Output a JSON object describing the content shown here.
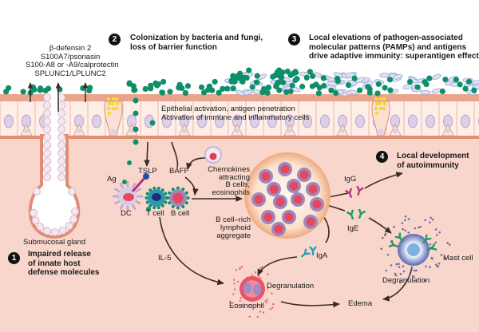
{
  "diagram": {
    "colors": {
      "background": "#ffffff",
      "tissue": "#f9d6cc",
      "epithelium_cell": "#fdeee8",
      "cell_border": "#e08e74",
      "nucleus": "#d8c6e0",
      "bacteria": "#0e8f6a",
      "fungi": "#b9c9e6",
      "mucus_yellow": "#f5d932",
      "igg": "#b33a87",
      "ige": "#1f9b5a",
      "iga": "#2aa0b7",
      "arrow": "#3a2a22"
    },
    "defense_molecules": [
      "β-defensin 2",
      "S100A7/psoriasin",
      "S100-A8 or -A9/calprotectin",
      "SPLUNC1/LPLUNC2"
    ],
    "steps": [
      {
        "number": "1",
        "lines": [
          "Impaired release",
          "of innate host",
          "defense molecules"
        ]
      },
      {
        "number": "2",
        "lines": [
          "Colonization by bacteria and fungi,",
          "loss of barrier function"
        ]
      },
      {
        "number": "3",
        "lines": [
          "Local elevations of pathogen-associated",
          "molecular patterns (PAMPs) and antigens",
          "drive adaptive immunity: superantigen effect"
        ]
      },
      {
        "number": "4",
        "lines": [
          "Local development",
          "of autoimmunity"
        ]
      }
    ],
    "labels": {
      "epithelial_activation": [
        "Epithelial activation, antigen penetration",
        "Activation of immune and inflammatory cells"
      ],
      "submucosal_gland": "Submucosal gland",
      "tslp": "TSLP",
      "baff": "BAFF",
      "chemokines": [
        "Chemokines",
        "attracting",
        "B cells,",
        "eosinophils"
      ],
      "ag": "Ag",
      "dc": "DC",
      "t_cell": "T cell",
      "b_cell": "B cell",
      "lymphoid_aggregate": [
        "B cell–rich",
        "lymphoid",
        "aggregate"
      ],
      "il5": "IL-5",
      "igg": "IgG",
      "ige": "IgE",
      "iga": "IgA",
      "mast_cell": "Mast cell",
      "degranulation_eos": "Degranulation",
      "degranulation_mast": "Degranulation",
      "eosinophil": "Eosinophil",
      "edema": "Edema"
    }
  }
}
